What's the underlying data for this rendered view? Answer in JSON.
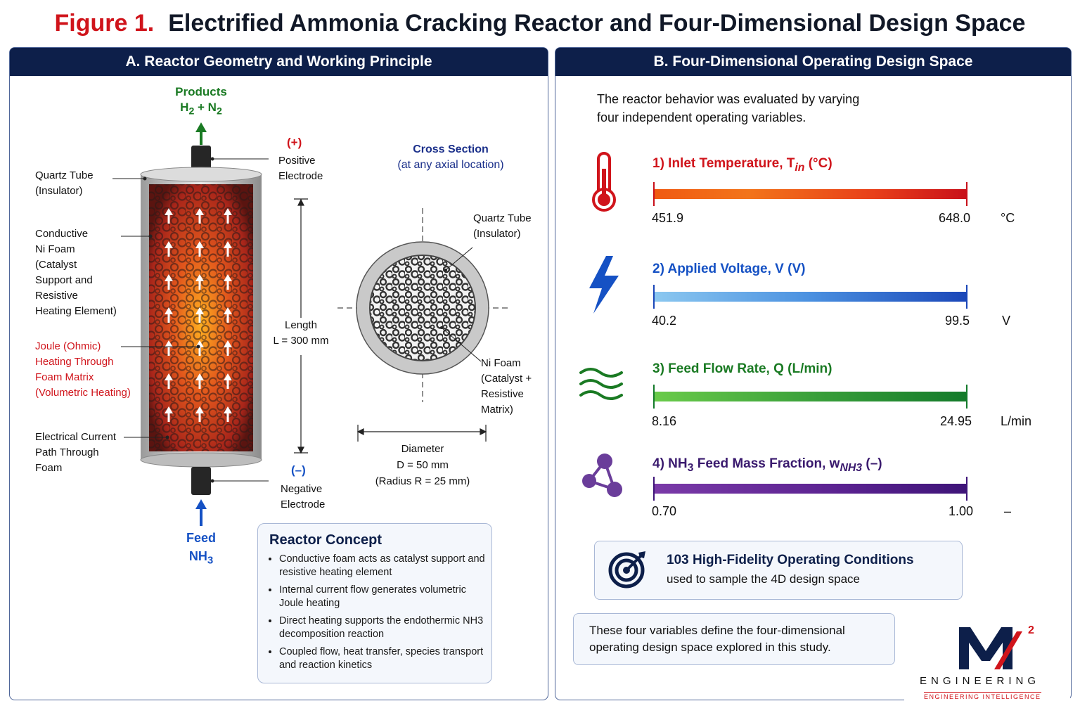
{
  "figure": {
    "label": "Figure 1.",
    "title": "Electrified Ammonia Cracking Reactor and Four-Dimensional Design Space"
  },
  "panel_a": {
    "header": "A. Reactor Geometry and Working Principle",
    "products_label": "Products",
    "products_formula": {
      "a": "H",
      "a_sub": "2",
      "mid": " + N",
      "b_sub": "2"
    },
    "positive_sign": "(+)",
    "positive_electrode": [
      "Positive",
      "Electrode"
    ],
    "negative_sign": "(–)",
    "negative_electrode": [
      "Negative",
      "Electrode"
    ],
    "quartz_tube": [
      "Quartz Tube",
      "(Insulator)"
    ],
    "ni_foam": [
      "Conductive",
      "Ni Foam",
      "(Catalyst",
      "Support and",
      "Resistive",
      "Heating Element)"
    ],
    "joule": [
      "Joule (Ohmic)",
      "Heating Through",
      "Foam Matrix",
      "(Volumetric Heating)"
    ],
    "current_path": [
      "Electrical Current",
      "Path Through",
      "Foam"
    ],
    "length": [
      "Length",
      "L = 300 mm"
    ],
    "feed_label": "Feed",
    "feed_formula": {
      "a": "NH",
      "a_sub": "3"
    },
    "cross_section": [
      "Cross Section",
      "(at any axial location)"
    ],
    "cs_quartz": [
      "Quartz Tube",
      "(Insulator)"
    ],
    "cs_foam": [
      "Ni Foam",
      "(Catalyst +",
      "Resistive",
      "Matrix)"
    ],
    "diameter": [
      "Diameter",
      "D = 50 mm",
      "(Radius R = 25 mm)"
    ],
    "concept": {
      "title": "Reactor Concept",
      "items": [
        "Conductive foam acts as catalyst support and resistive heating element",
        "Internal current flow generates volumetric Joule heating",
        "Direct heating supports the endothermic NH3 decomposition reaction",
        "Coupled flow, heat transfer, species transport and reaction kinetics"
      ]
    }
  },
  "panel_b": {
    "header": "B. Four-Dimensional Operating Design Space",
    "intro": [
      "The reactor behavior was evaluated by varying",
      "four independent operating variables."
    ],
    "variables": [
      {
        "title": "1) Inlet Temperature, T",
        "sub": "in",
        "tail": " (°C)",
        "min": "451.9",
        "max": "648.0",
        "unit": "°C",
        "icon": "thermometer-icon",
        "color": "#d0141b"
      },
      {
        "title": "2) Applied Voltage, V (V)",
        "min": "40.2",
        "max": "99.5",
        "unit": "V",
        "icon": "lightning-icon",
        "color": "#1551c4"
      },
      {
        "title": "3) Feed Flow Rate, Q (L/min)",
        "min": "8.16",
        "max": "24.95",
        "unit": "L/min",
        "icon": "flow-waves-icon",
        "color": "#1a7a23"
      },
      {
        "title": "4) NH",
        "sub3": "3",
        "title2": " Feed Mass Fraction, w",
        "sub": "NH3",
        "tail": " (–)",
        "min": "0.70",
        "max": "1.00",
        "unit": "–",
        "icon": "molecule-icon",
        "color": "#5a2a8a"
      }
    ],
    "conditions": {
      "count_title": "103 High-Fidelity Operating Conditions",
      "subtitle": "used to sample the 4D design space"
    },
    "summary": [
      "These four variables define the four-dimensional",
      "operating design space explored in this study."
    ]
  },
  "logo": {
    "mark": "M",
    "sup": "2",
    "name": "ENGINEERING",
    "tagline": "ENGINEERING INTELLIGENCE"
  }
}
